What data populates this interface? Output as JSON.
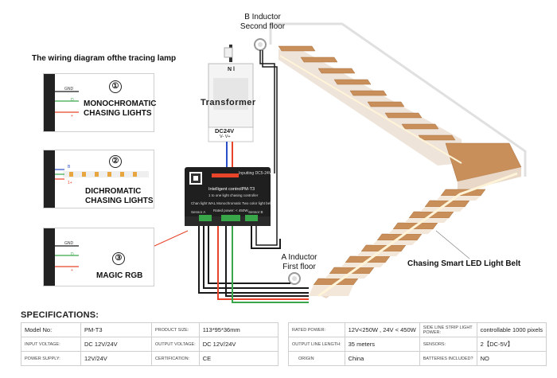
{
  "diagram": {
    "title": "The wiring diagram ofthe tracing lamp",
    "panels": [
      {
        "number": "①",
        "label_line1": "MONOCHROMATIC",
        "label_line2": "CHASING LIGHTS",
        "gnd": "GND",
        "d": "D",
        "plus": "+"
      },
      {
        "number": "②",
        "label_line1": "DICHROMATIC",
        "label_line2": "CHASING LIGHTS",
        "b": "B",
        "plus": "1+"
      },
      {
        "number": "③",
        "label_line1": "MAGIC RGB",
        "label_line2": "",
        "gnd": "GND",
        "d": "D",
        "plus": "+"
      }
    ],
    "b_inductor": {
      "line1": "B Inductor",
      "line2": "Second floor"
    },
    "a_inductor": {
      "line1": "A Inductor",
      "line2": "First floor"
    },
    "transformer": {
      "label": "Transformer",
      "plug": "N  l",
      "output": "DC24V",
      "polarity": "V-  V+"
    },
    "controller": {
      "model": "Intelligent controlPM-T3",
      "input": "Inputting DC5-24V",
      "subtitle": "1 to one light chasing controller",
      "modes": "Chan light    WAL    Monochromatic    Two color light belt",
      "rated": "Rated power:  < 450W",
      "sensor_a": "Sensor A",
      "sensor_b": "Sensor B"
    },
    "belt_label": "Chasing Smart LED Light Belt"
  },
  "specifications": {
    "title": "SPECIFICATIONS:",
    "left_table": [
      [
        "Model No:",
        "PM-T3",
        "PRODUCT SIZE:",
        "113*95*36mm"
      ],
      [
        "INPUT VOLTAGE:",
        "DC 12V/24V",
        "OUTPUT VOLTAGE:",
        "DC 12V/24V"
      ],
      [
        "POWER SUPPLY:",
        "12V/24V",
        "CERTIFICATION:",
        "CE"
      ]
    ],
    "right_table": [
      [
        "RATED POWER:",
        "12V<250W , 24V < 450W",
        "SIDE LINE STRIP LIGHT POWER:",
        "controllable 1000 pixels"
      ],
      [
        "OUTPUT LINE LENGTH:",
        "35 meters",
        "SENSORS:",
        "2【DC-5V】"
      ],
      [
        "ORIGIN",
        "China",
        "BATTERIES INCLUDED?",
        "NO"
      ]
    ]
  },
  "colors": {
    "wire_red": "#e8442a",
    "wire_green": "#3aa64a",
    "wire_blue": "#2b4fc8",
    "wire_black": "#1a1a1a",
    "stair_wood": "#c98f5a",
    "stair_side": "#e9d8c8"
  }
}
